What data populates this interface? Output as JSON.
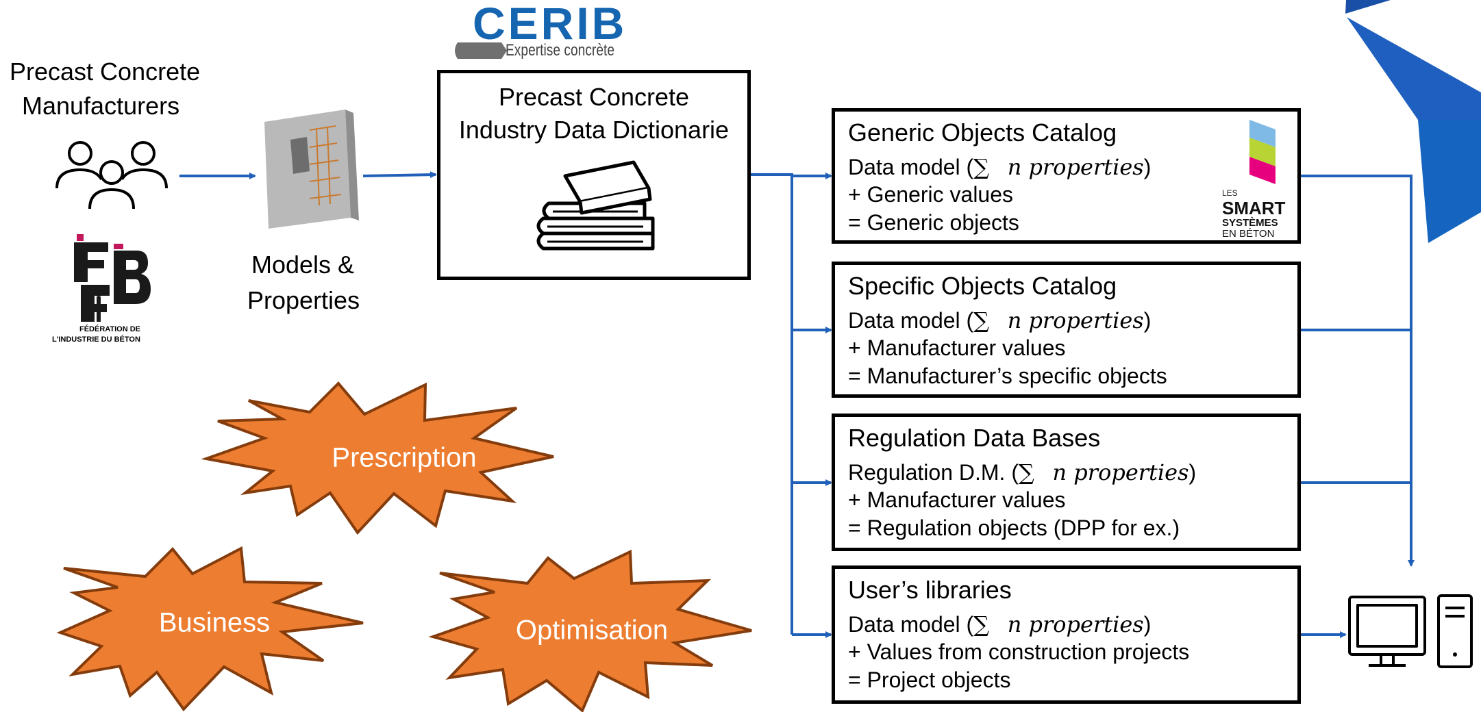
{
  "header_logo": {
    "brand": "CERIB",
    "tagline": "Expertise concrète"
  },
  "left": {
    "manufacturers_line1": "Precast Concrete",
    "manufacturers_line2": "Manufacturers",
    "fib_line1": "FÉDÉRATION DE",
    "fib_line2": "L'INDUSTRIE DU BÉTON",
    "models_line1": "Models &",
    "models_line2": "Properties"
  },
  "dictionary": {
    "line1": "Precast Concrete",
    "line2": "Industry Data Dictionarie"
  },
  "catalogs": [
    {
      "title": "Generic Objects Catalog",
      "formula_prefix": "Data model (",
      "sigma": "∑",
      "formula_var": "n properties",
      "formula_suffix": ")",
      "line2": "+ Generic values",
      "line3": "= Generic objects"
    },
    {
      "title": "Specific Objects Catalog",
      "formula_prefix": "Data model (",
      "sigma": "∑",
      "formula_var": "n properties",
      "formula_suffix": ")",
      "line2": "+ Manufacturer values",
      "line3": "= Manufacturer’s specific objects"
    },
    {
      "title": "Regulation Data Bases",
      "formula_prefix": "Regulation D.M. (",
      "sigma": "∑",
      "formula_var": "n properties",
      "formula_suffix": ")",
      "line2": "+ Manufacturer values",
      "line3": "= Regulation objects (DPP for ex.)"
    },
    {
      "title": "User’s libraries",
      "formula_prefix": "Data model (",
      "sigma": "∑",
      "formula_var": "n properties",
      "formula_suffix": ")",
      "line2": "+ Values from construction projects",
      "line3": "= Project objects"
    }
  ],
  "smart_logo": {
    "small": "LES",
    "big": "SMART",
    "line2": "SYSTÈMES",
    "line3": "EN BÉTON"
  },
  "bursts": {
    "prescription": "Prescription",
    "business": "Business",
    "optimisation": "Optimisation"
  },
  "colors": {
    "arrow": "#2060b8",
    "burst_fill": "#ed7d31",
    "burst_stroke": "#843c0c",
    "cerib_blue": "#1565b0",
    "decor_blue": "#1f5fbf"
  }
}
